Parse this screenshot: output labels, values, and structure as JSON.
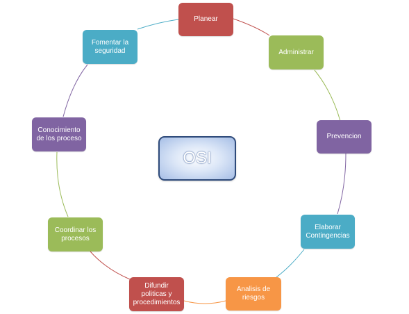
{
  "center": {
    "label": "OSI"
  },
  "nodes": [
    {
      "id": "planear",
      "label": "Planear",
      "color": "#c0504d"
    },
    {
      "id": "administrar",
      "label": "Administrar",
      "color": "#9bbb59"
    },
    {
      "id": "prevencion",
      "label": "Prevencion",
      "color": "#8064a2"
    },
    {
      "id": "elaborar-contingencias",
      "label": "Elaborar\nContingencias",
      "color": "#4bacc6"
    },
    {
      "id": "analisis-de-riesgos",
      "label": "Analisis de\nriesgos",
      "color": "#f79646"
    },
    {
      "id": "difundir-politicas",
      "label": "Difundir\npoliticas y\nprocedimientos",
      "color": "#c0504d"
    },
    {
      "id": "coordinar-los-procesos",
      "label": "Coordinar los\nprocesos",
      "color": "#9bbb59"
    },
    {
      "id": "conocimiento-de-los-proceso",
      "label": "Conocimiento\nde  los proceso",
      "color": "#8064a2"
    },
    {
      "id": "fomentar-la-seguridad",
      "label": "Fomentar la\nseguridad",
      "color": "#4bacc6"
    }
  ]
}
